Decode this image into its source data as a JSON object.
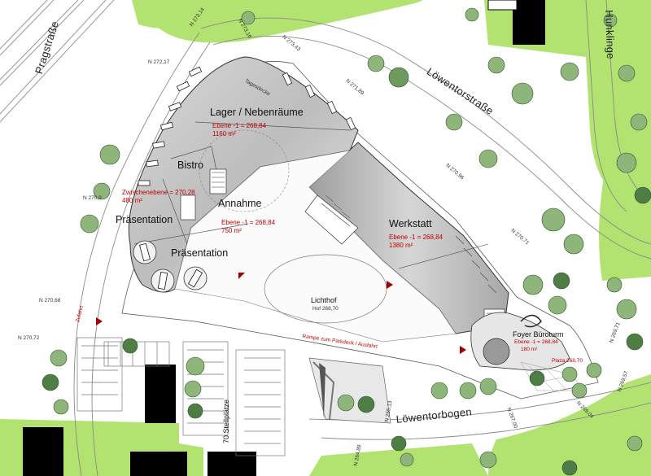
{
  "streets": {
    "pragstrasse": "Pragstraße",
    "loewentorstrasse": "Löwentorstraße",
    "hunklinge": "Hunklinge",
    "loewentorbogen": "Löwentorbogen"
  },
  "rooms": {
    "lager": "Lager / Nebenräume",
    "lager_level": "Ebene -1 = 268,84",
    "lager_area": "1160 m²",
    "bistro": "Bistro",
    "zwischen_level": "Zwischenebene = 270,28",
    "zwischen_area": "480 m²",
    "annahme": "Annahme",
    "annahme_level": "Ebene -1 = 268,84",
    "annahme_area": "750 m²",
    "praesentation_1": "Präsentation",
    "praesentation_2": "Präsentation",
    "werkstatt": "Werkstatt",
    "werkstatt_level": "Ebene -1 = 268,84",
    "werkstatt_area": "1380 m²",
    "lichthof": "Lichthof",
    "lichthof_level": "Hof  268,70",
    "foyer": "Foyer Büroturm",
    "foyer_level": "Ebene -1 = 268,84",
    "foyer_area": "180 m²",
    "plaza": "Plaza  268,70",
    "parking": "70 Stellplätze",
    "rampe": "Rampe zum Parkdeck / Ausfahrt",
    "zufahrt": "Zufahrt",
    "tiefgarage": "Tagesdecke"
  },
  "elevations": [
    "N 273,14",
    "N 273,16",
    "N 272,17",
    "N 273,43",
    "N 271,89",
    "N 270,96",
    "N 270,9",
    "N 270,71",
    "N 270,68",
    "N 270,72",
    "N 269,71",
    "N 269,57",
    "N 269,04",
    "N 267,00",
    "N 265,13",
    "N 264,89"
  ],
  "colors": {
    "lawn": "#b2e270",
    "tree": "#8fb67a",
    "tree_dark": "#4e7d46",
    "building_dark": "#000000",
    "label_red": "#c00000",
    "triangle": "#a00000"
  }
}
